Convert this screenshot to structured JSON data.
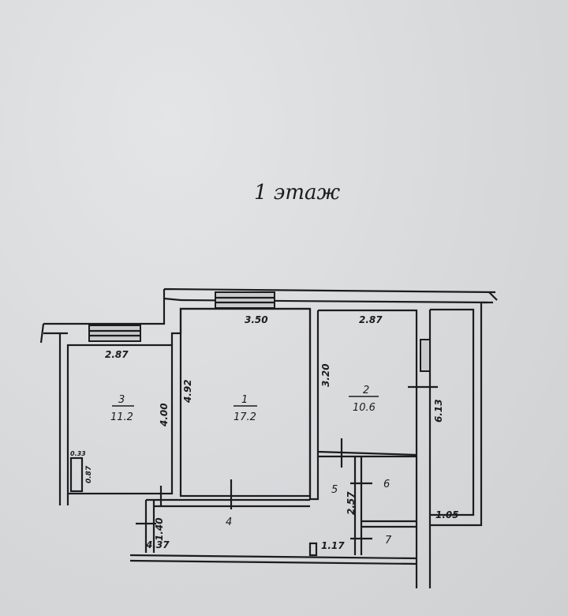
{
  "title": "1 этаж",
  "rooms": [
    {
      "number": "1",
      "area": "17.2"
    },
    {
      "number": "2",
      "area": "10.6"
    },
    {
      "number": "3",
      "area": "11.2"
    },
    {
      "number": "4"
    },
    {
      "number": "5"
    },
    {
      "number": "6"
    },
    {
      "number": "7"
    }
  ],
  "dimensions": {
    "room3_width": "2.87",
    "room3_depth": "4.00",
    "room1_width": "3.50",
    "room1_depth": "4.92",
    "room2_width": "2.87",
    "room2_depth": "3.20",
    "balcony_length": "6.13",
    "balcony_width": "1.05",
    "closet_width": "0.33",
    "closet_depth": "0.87",
    "hall_depth": "1.40",
    "hall_length": "4.37",
    "hall_end": "1.17",
    "room5_length": "2.57"
  }
}
